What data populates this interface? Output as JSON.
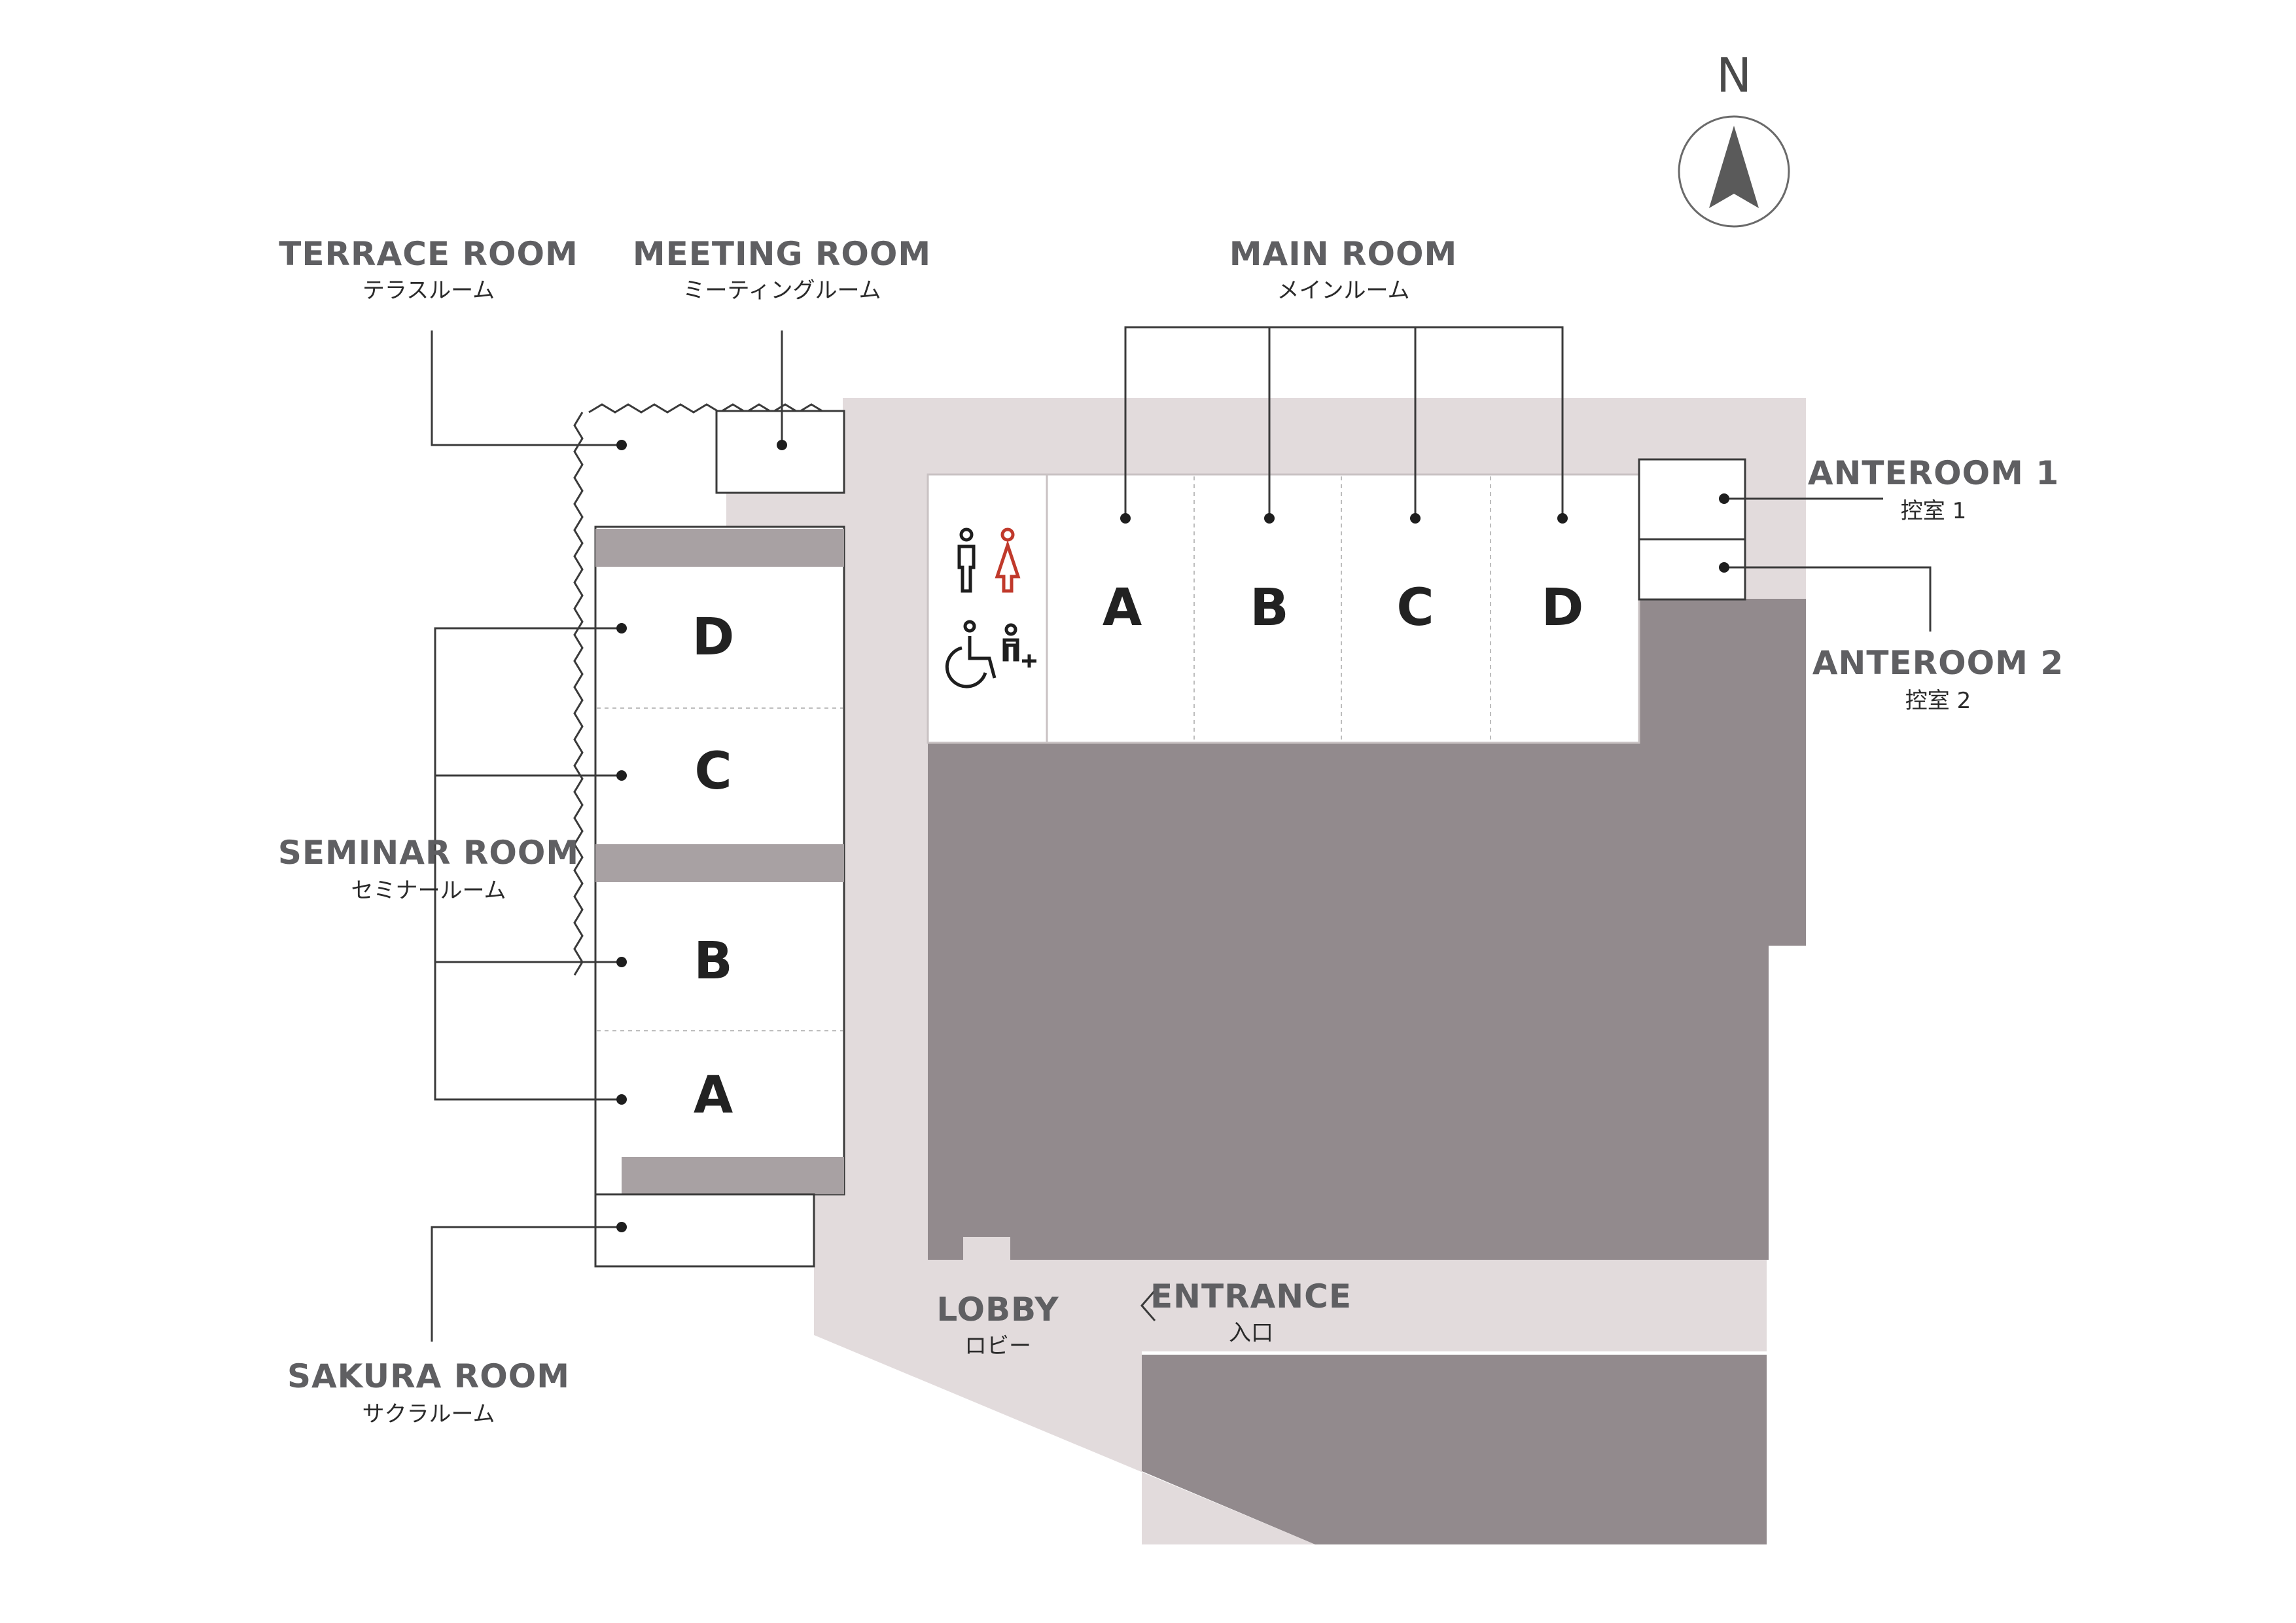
{
  "colors": {
    "corridor": "#e2dbdc",
    "building": "#928a8d",
    "partition": "#a8a1a3",
    "room": "#ffffff",
    "female_icon": "#c0392b",
    "icon": "#1e1e1e"
  },
  "compass": {
    "label": "N",
    "icon": "north-arrow-icon"
  },
  "labels": {
    "terrace": {
      "en": "TERRACE ROOM",
      "jp": "テラスルーム"
    },
    "meeting": {
      "en": "MEETING ROOM",
      "jp": "ミーティングルーム"
    },
    "main": {
      "en": "MAIN ROOM",
      "jp": "メインルーム"
    },
    "anteroom1": {
      "en": "ANTEROOM 1",
      "jp": "控室 1"
    },
    "anteroom2": {
      "en": "ANTEROOM 2",
      "jp": "控室 2"
    },
    "seminar": {
      "en": "SEMINAR ROOM",
      "jp": "セミナールーム"
    },
    "sakura": {
      "en": "SAKURA ROOM",
      "jp": "サクラルーム"
    },
    "lobby": {
      "en": "LOBBY",
      "jp": "ロビー"
    },
    "entrance": {
      "en": "ENTRANCE",
      "jp": "入口"
    }
  },
  "main_rooms": [
    "A",
    "B",
    "C",
    "D"
  ],
  "seminar_rooms": [
    "D",
    "C",
    "B",
    "A"
  ],
  "restroom_icons": [
    "male-toilet-icon",
    "female-toilet-icon",
    "wheelchair-icon",
    "baby-care-icon"
  ]
}
